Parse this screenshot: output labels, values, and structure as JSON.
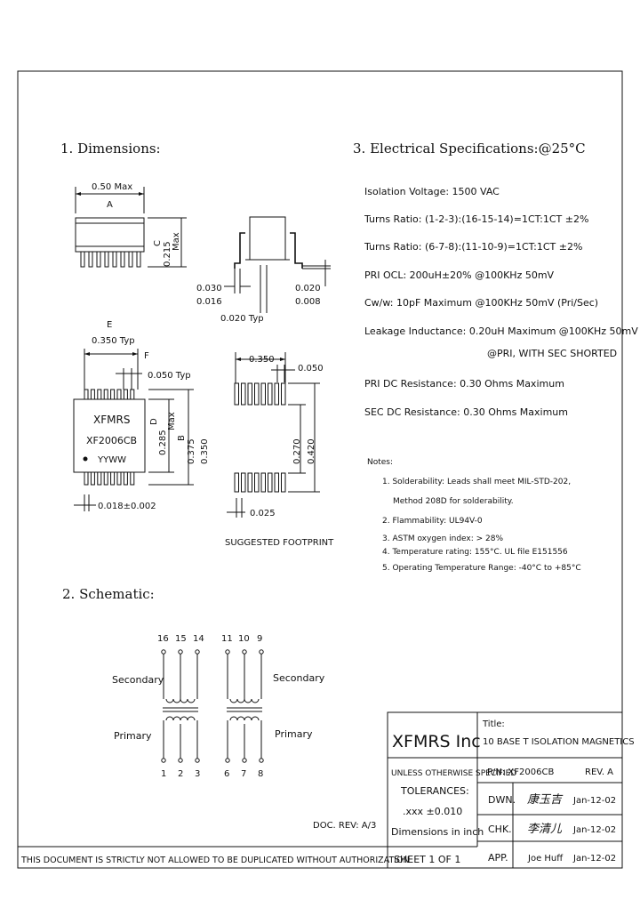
{
  "headings": {
    "dimensions": "1. Dimensions:",
    "electrical": "3. Electrical   Specifications:@25°C",
    "schematic": "2. Schematic:"
  },
  "dimensions": {
    "width_max": "0.50 Max",
    "label_a": "A",
    "label_c": "C",
    "height_max": "0.215",
    "max_word": "Max",
    "lead_width_1": "0.030",
    "lead_width_2": "0.016",
    "lead_thick_1": "0.020",
    "lead_thick_2": "0.008",
    "lead_typ": "0.020 Typ",
    "label_e": "E",
    "e_value": "0.350 Typ",
    "label_f": "F",
    "f_value": "0.050 Typ",
    "part_brand": "XFMRS",
    "part_number": "XF2006CB",
    "date_code": "YYWW",
    "label_d": "D",
    "d_value": "0.285",
    "d_max": "Max",
    "label_b": "B",
    "b_value": "0.375",
    "overall": "0.350",
    "lead_pitch": "0.018±0.002",
    "fp_width": "0.350",
    "fp_pitch": "0.050",
    "fp_inner": "0.270",
    "fp_outer": "0.420",
    "fp_pad": "0.025",
    "fp_caption": "SUGGESTED FOOTPRINT"
  },
  "electrical": [
    "Isolation Voltage:  1500 VAC",
    "Turns Ratio: (1-2-3):(16-15-14)=1CT:1CT ±2%",
    "Turns Ratio: (6-7-8):(11-10-9)=1CT:1CT ±2%",
    "PRI OCL: 200uH±20% @100KHz 50mV",
    "Cw/w: 10pF Maximum @100KHz 50mV (Pri/Sec)",
    "Leakage Inductance: 0.20uH Maximum @100KHz 50mV",
    "@PRI, WITH SEC SHORTED",
    "PRI DC Resistance: 0.30 Ohms Maximum",
    "SEC DC Resistance: 0.30 Ohms Maximum"
  ],
  "notes": {
    "title": "Notes:",
    "items": [
      "1. Solderability: Leads shall meet MIL-STD-202,",
      "Method 208D for solderability.",
      "2. Flammability: UL94V-0",
      "3. ASTM oxygen index: > 28%",
      "4. Temperature rating: 155°C. UL file E151556",
      "5. Operating Temperature Range: -40°C to +85°C"
    ]
  },
  "schematic": {
    "sec_pins_left": [
      "16",
      "15",
      "14"
    ],
    "sec_pins_right": [
      "11",
      "10",
      "9"
    ],
    "pri_pins_left": [
      "1",
      "2",
      "3"
    ],
    "pri_pins_right": [
      "6",
      "7",
      "8"
    ],
    "label_secondary": "Secondary",
    "label_primary": "Primary"
  },
  "title_block": {
    "company": "XFMRS Inc",
    "title_label": "Title:",
    "title_value": "10 BASE T ISOLATION MAGNETICS",
    "unless": "UNLESS OTHERWISE SPECIFIED",
    "tolerances": "TOLERANCES:",
    "tol_value": ".xxx ±0.010",
    "dims_in": "Dimensions in inch",
    "pn": "P/N: XF2006CB",
    "rev": "REV. A",
    "dwn_label": "DWN.",
    "dwn_sig": "康玉吉",
    "dwn_date": "Jan-12-02",
    "chk_label": "CHK.",
    "chk_sig": "李清儿",
    "chk_date": "Jan-12-02",
    "app_label": "APP.",
    "app_name": "Joe Huff",
    "app_date": "Jan-12-02",
    "doc_rev": "DOC. REV: A/3",
    "sheet": "SHEET  1  OF  1",
    "warning": "THIS DOCUMENT IS STRICTLY NOT ALLOWED TO BE DUPLICATED WITHOUT AUTHORIZATION"
  }
}
